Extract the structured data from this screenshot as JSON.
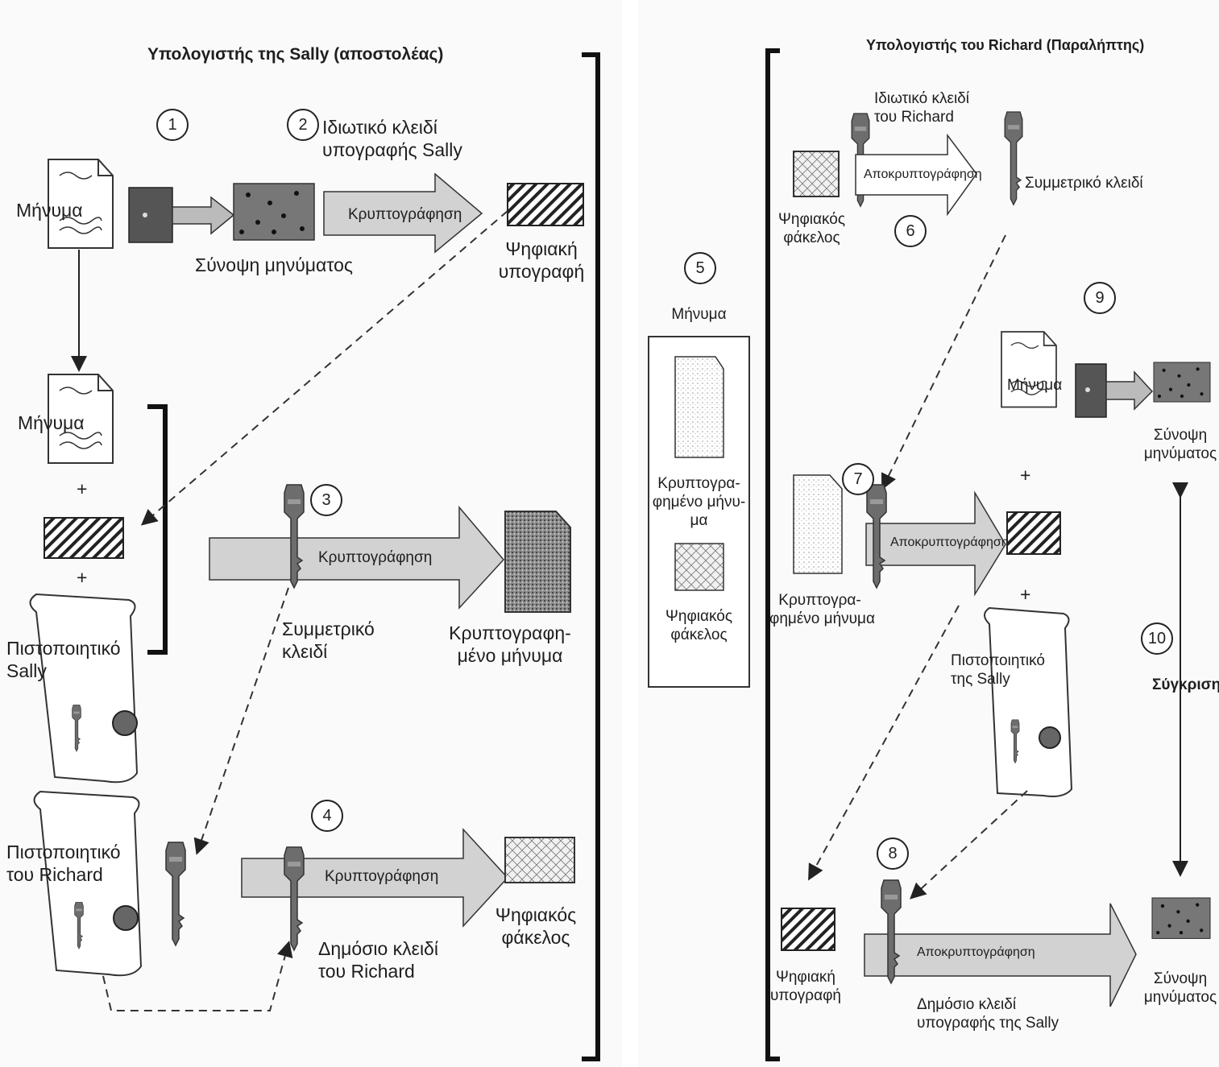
{
  "left": {
    "title": "Υπολογιστής της Sally (αποστολέας)",
    "private_key_label": "Ιδιωτικό κλειδί\nυπογραφής Sally",
    "message": "Μήνυμα",
    "message2": "Μήνυμα",
    "digest": "Σύνοψη μηνύματος",
    "encrypt1": "Κρυπτογράφηση",
    "encrypt2": "Κρυπτογράφηση",
    "encrypt3": "Κρυπτογράφηση",
    "signature": "Ψηφιακή\nυπογραφή",
    "plus1": "+",
    "plus2": "+",
    "cert_sally": "Πιστοποιητικό\nSally",
    "symmetric_key": "Συμμετρικό\nκλειδί",
    "encrypted_msg": "Κρυπτογραφη-\nμένο μήνυμα",
    "cert_richard": "Πιστοποιητικό\nτου Richard",
    "public_key_richard": "Δημόσιο κλειδί\nτου Richard",
    "envelope": "Ψηφιακός\nφάκελος"
  },
  "middle": {
    "message": "Μήνυμα",
    "encrypted_msg": "Κρυπτογρα-\nφημένο μήνυ-\nμα",
    "envelope": "Ψηφιακός\nφάκελος"
  },
  "right": {
    "title": "Υπολογιστής του Richard (Παραλήπτης)",
    "private_key_richard": "Ιδιωτικό κλειδί\nτου Richard",
    "decrypt1": "Αποκρυπτογράφηση",
    "decrypt2": "Αποκρυπτογράφηση",
    "decrypt3": "Αποκρυπτογράφηση",
    "symmetric_key": "Συμμετρικό κλειδί",
    "envelope": "Ψηφιακός\nφάκελος",
    "message": "Μήνυμα",
    "digest1": "Σύνοψη\nμηνύματος",
    "digest2": "Σύνοψη\nμηνύματος",
    "encrypted_msg": "Κρυπτογρα-\nφημένο μήνυμα",
    "plus1": "+",
    "plus2": "+",
    "cert_sally": "Πιστοποιητικό\nτης Sally",
    "compare": "Σύγκριση",
    "signature": "Ψηφιακή\nυπογραφή",
    "public_key_sally": "Δημόσιο κλειδί\nυπογραφής της Sally"
  },
  "steps": [
    "1",
    "2",
    "3",
    "4",
    "5",
    "6",
    "7",
    "8",
    "9",
    "10"
  ]
}
